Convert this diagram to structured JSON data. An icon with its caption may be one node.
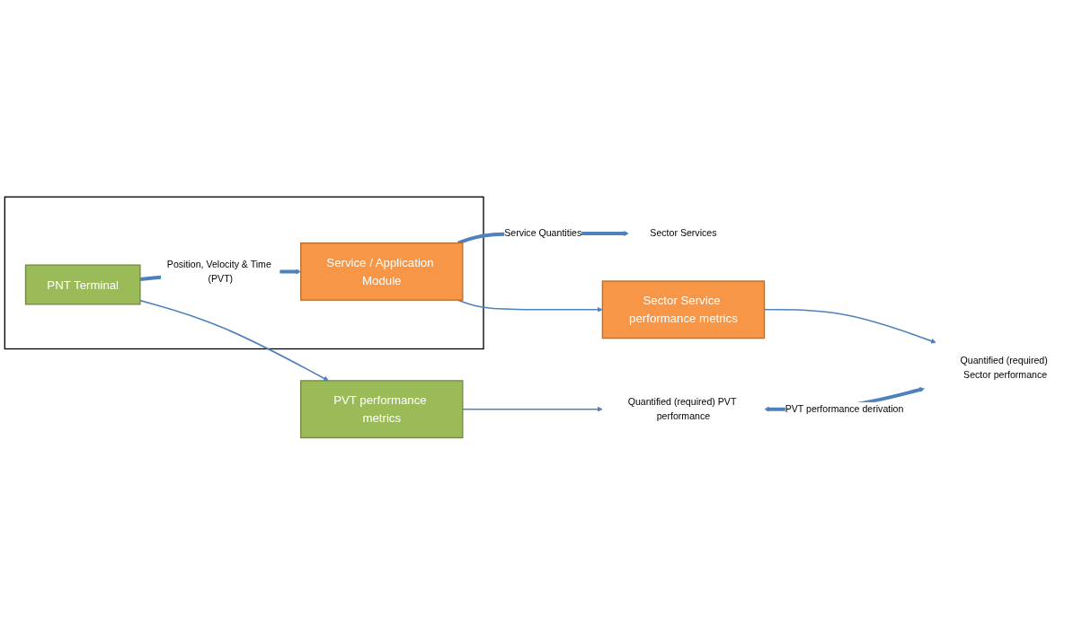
{
  "diagram": {
    "nodes": [
      {
        "text": [],
        "shape": "box"
      },
      {
        "text": [
          "PNT Terminal"
        ],
        "in": 0
      },
      {
        "text": [
          "Service / Application Module"
        ],
        "in": 0
      },
      {
        "text": [
          "Sector Services"
        ]
      },
      {
        "text": [
          "PVT performance metrics"
        ]
      },
      {
        "text": [
          "Sector Service performance metrics"
        ]
      },
      {
        "text": [
          "Quantified (required) PVT performance"
        ]
      },
      {
        "text": [
          "Quantified (required) Sector performance"
        ]
      }
    ],
    "edges": [
      {
        "from": 1,
        "to": 2,
        "arrow": "to",
        "label": "Position, Velocity & Time (PVT)",
        "style": "thick"
      },
      {
        "from": 2,
        "to": 3,
        "arrow": "to",
        "label": "Service Quantities",
        "style": "thick"
      },
      {
        "from": 1,
        "to": 4,
        "arrow": "to"
      },
      {
        "from": 2,
        "to": 5,
        "arrow": "to"
      },
      {
        "from": 4,
        "to": 6,
        "arrow": "to"
      },
      {
        "from": 5,
        "to": 7,
        "arrow": "to"
      },
      {
        "from": 6,
        "to": 7,
        "arrow": "both",
        "label": "PVT performance derivation",
        "style": "thick"
      }
    ]
  }
}
